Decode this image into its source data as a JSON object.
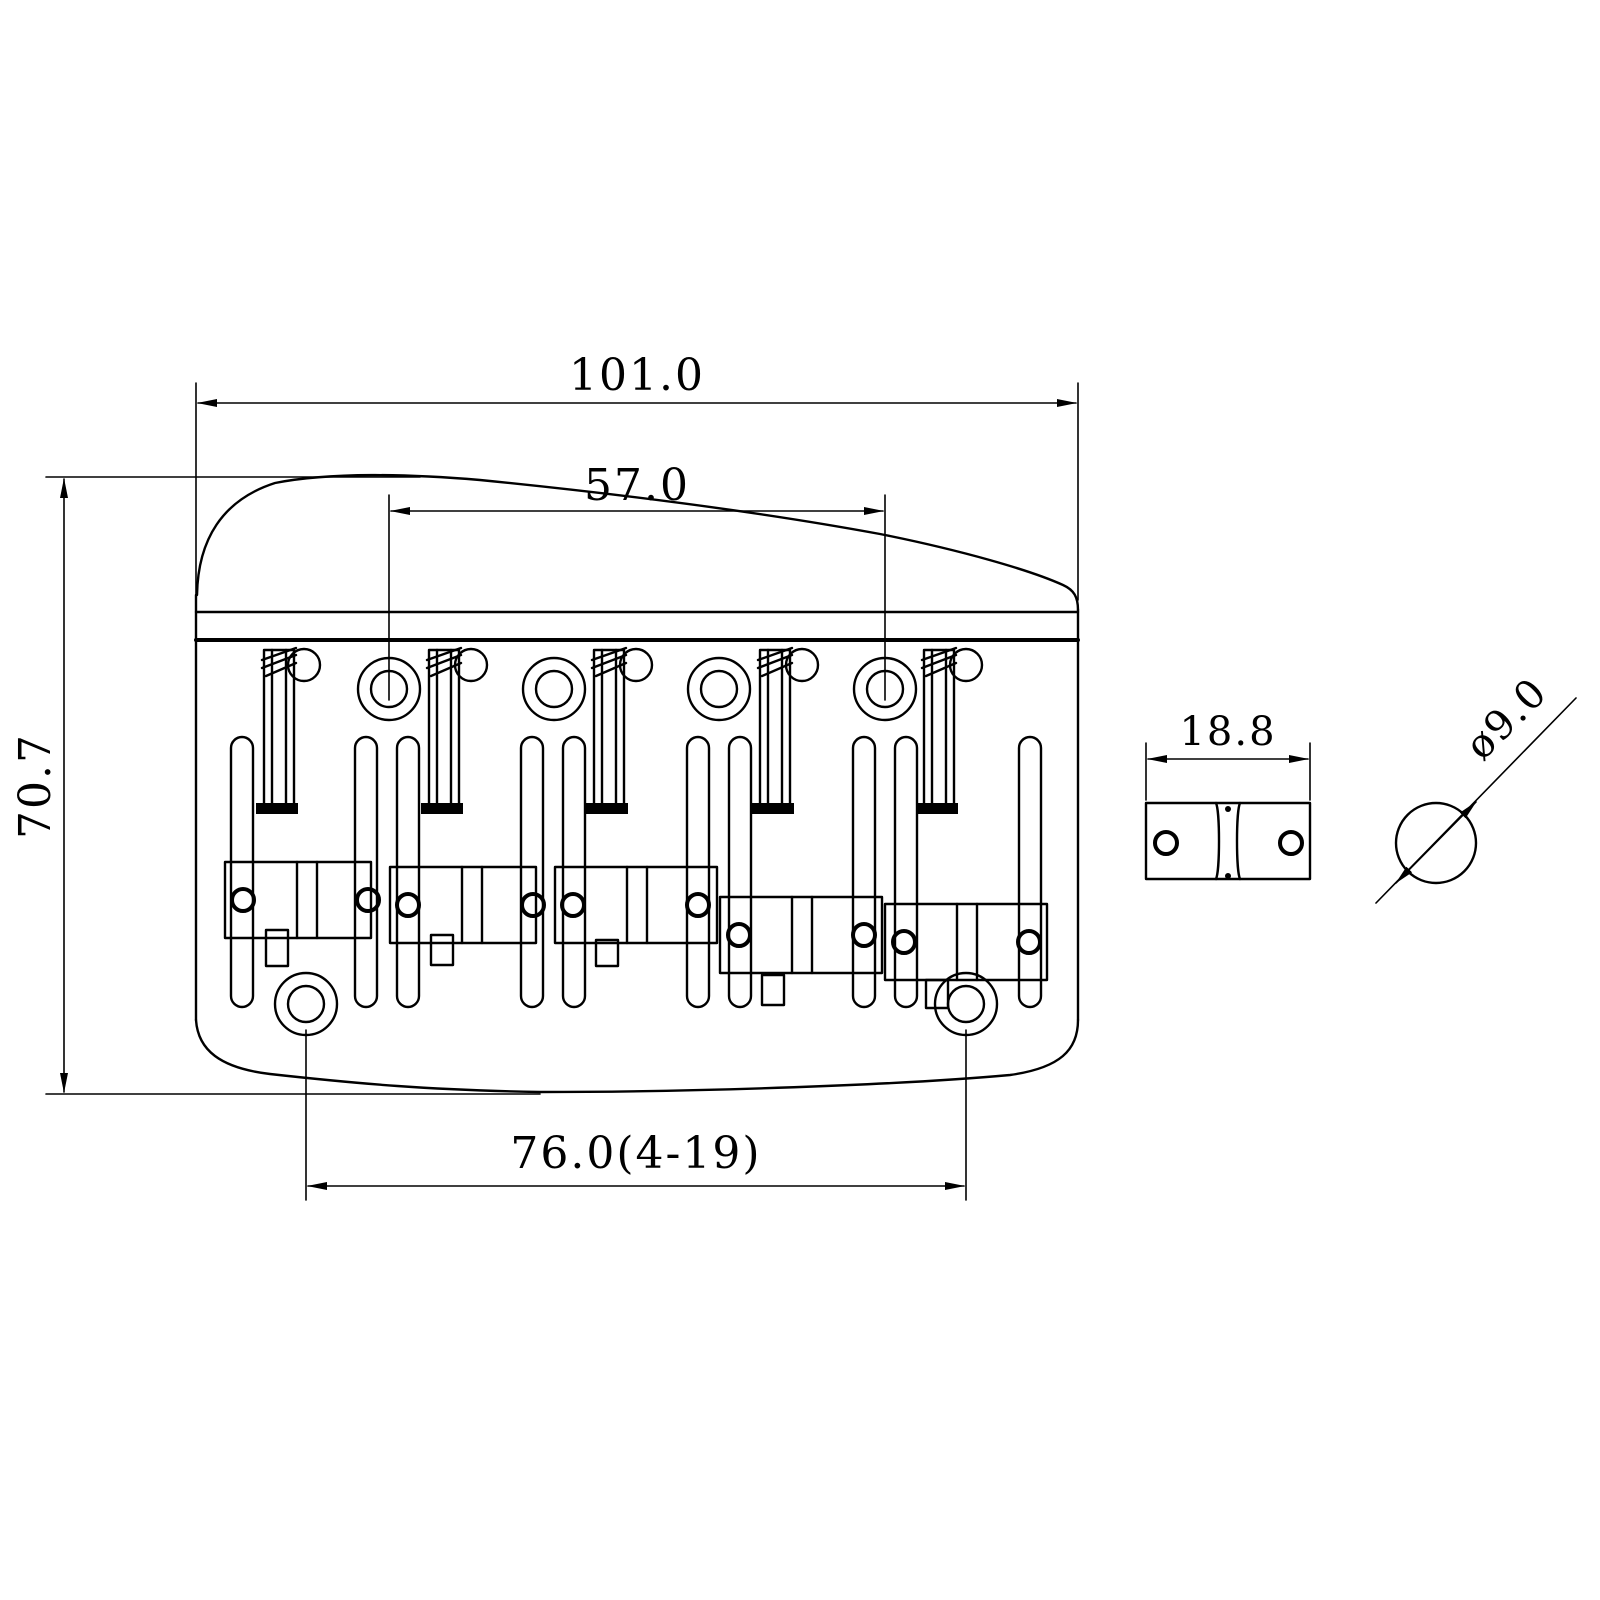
{
  "dimensions": {
    "overall_width": "101.0",
    "saddle_span": "57.0",
    "overall_height": "70.7",
    "mount_hole_span": "76.0(4-19)",
    "saddle_width": "18.8",
    "hole_diameter": "ø9.0"
  },
  "colors": {
    "line": "#000000",
    "background": "#ffffff"
  }
}
